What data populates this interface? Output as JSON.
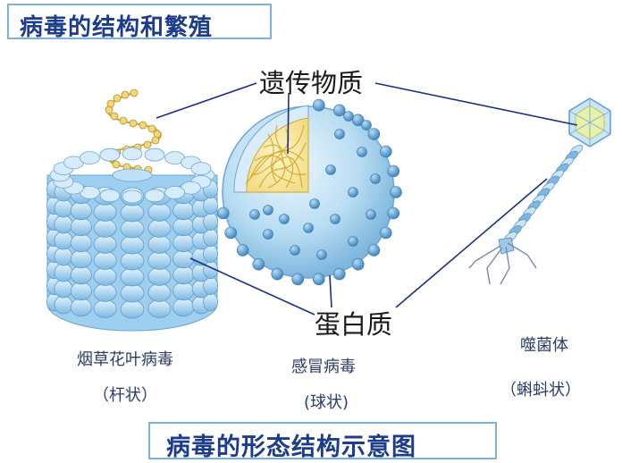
{
  "title": "病毒的结构和繁殖",
  "caption": "病毒的形态结构示意图",
  "labels": {
    "genetic_material": "遗传物质",
    "protein": "蛋白质"
  },
  "viruses": [
    {
      "name": "烟草花叶病毒",
      "shape": "（杆状）"
    },
    {
      "name": "感冒病毒",
      "shape": "(球状)"
    },
    {
      "name": "噬菌体",
      "shape": "（蝌蚪状）"
    }
  ],
  "colors": {
    "title_text": "#1c3c8c",
    "box_border": "#7fb0dc",
    "capsid_blue": "#8fc3e8",
    "capsid_dark": "#4f8fc4",
    "rna_yellow": "#e8c75a",
    "line": "#1b2f8a"
  }
}
